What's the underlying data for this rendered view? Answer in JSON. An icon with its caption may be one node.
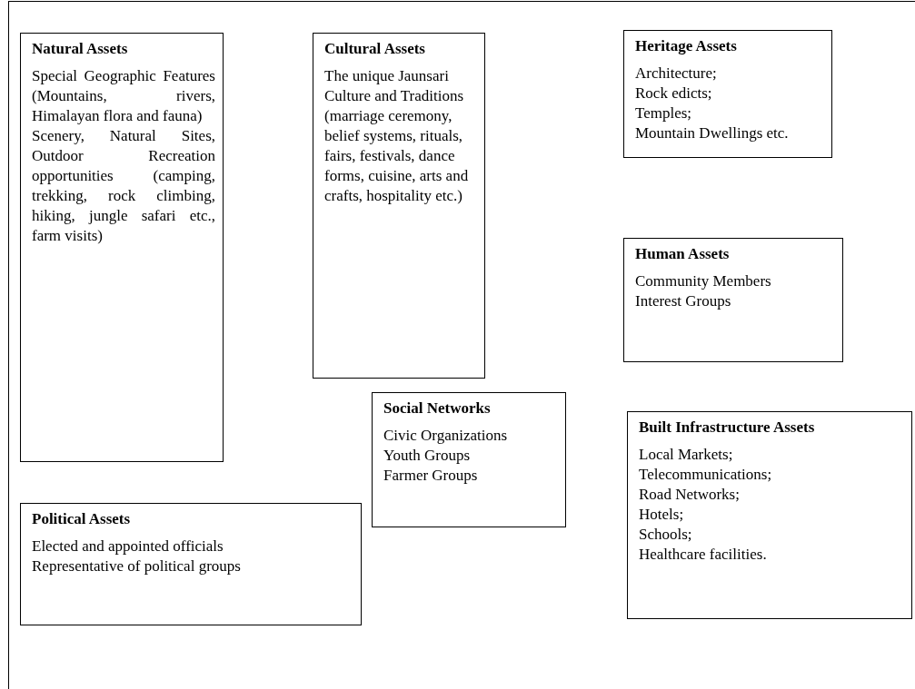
{
  "diagram": {
    "nodes": [
      {
        "text": [
          "Natural Assets",
          "Special Geographic Features (Mountains, rivers, Himalayan flora and fauna)",
          "Scenery, Natural Sites, Outdoor Recreation opportunities (camping, trekking, rock climbing, hiking, jungle safari etc., farm visits)"
        ]
      },
      {
        "text": [
          "Cultural Assets",
          "The unique Jaunsari Culture and Traditions (marriage ceremony, belief systems, rituals, fairs, festivals, dance forms, cuisine, arts and crafts, hospitality etc.)"
        ]
      },
      {
        "text": [
          "Heritage Assets",
          "Architecture;",
          "Rock edicts;",
          "Temples;",
          "Mountain Dwellings etc."
        ]
      },
      {
        "text": [
          "Human Assets",
          "Community Members",
          "Interest Groups"
        ]
      },
      {
        "text": [
          "Social Networks",
          "Civic Organizations",
          "Youth Groups",
          "Farmer Groups"
        ]
      },
      {
        "text": [
          "Built Infrastructure Assets",
          "Local Markets;",
          "Telecommunications;",
          "Road Networks;",
          "Hotels;",
          "Schools;",
          "Healthcare facilities."
        ]
      },
      {
        "text": [
          "Political Assets",
          "Elected and appointed officials",
          "Representative of political groups"
        ]
      }
    ]
  }
}
